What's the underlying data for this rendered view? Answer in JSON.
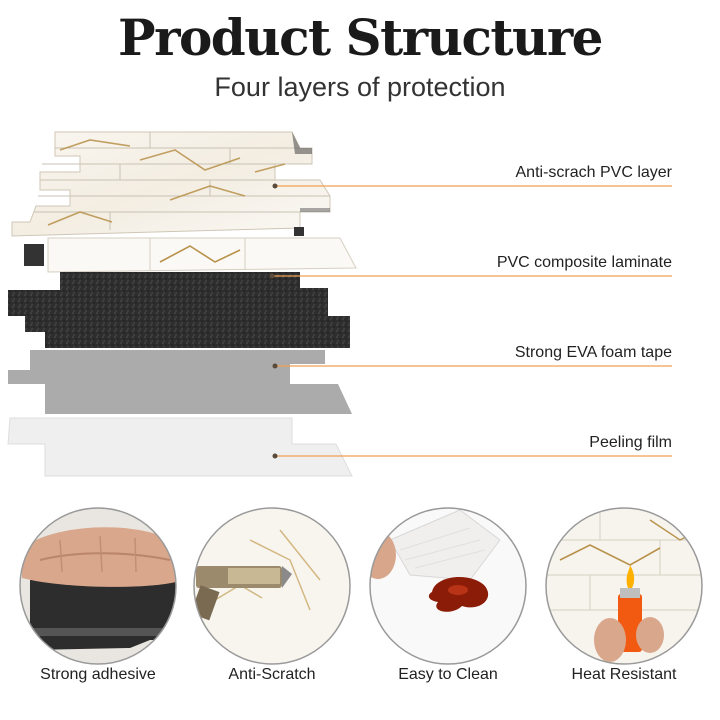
{
  "header": {
    "title": "Product Structure",
    "subtitle": "Four layers of protection"
  },
  "layers": [
    {
      "label": "Anti-scrach PVC layer",
      "material": "marble"
    },
    {
      "label": "PVC composite laminate",
      "material": "dark-granite"
    },
    {
      "label": "Strong EVA foam tape",
      "material": "grey-foam"
    },
    {
      "label": "Peeling film",
      "material": "white-film"
    }
  ],
  "features": [
    {
      "label": "Strong adhesive",
      "icon": "hand-pressing-tile"
    },
    {
      "label": "Anti-Scratch",
      "icon": "utility-knife"
    },
    {
      "label": "Easy to Clean",
      "icon": "sauce-stain-wipe"
    },
    {
      "label": "Heat Resistant",
      "icon": "lighter-flame"
    }
  ],
  "colors": {
    "leader_line": "#f0a050",
    "marble_vein": "#b8914a",
    "granite": "#2f2f2f",
    "foam": "#a9a9a9",
    "film": "#efefef"
  }
}
